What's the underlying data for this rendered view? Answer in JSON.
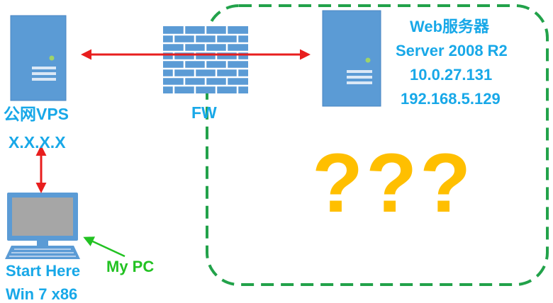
{
  "colors": {
    "server_fill": "#5b9bd5",
    "server_edge": "#4a86c2",
    "text_blue": "#18a8e8",
    "arrow_red": "#e81e1e",
    "dash_green": "#22a24a",
    "mypc_green": "#22c222",
    "question_yellow": "#ffbf00",
    "firewall_fill": "#5b9bd5",
    "firewall_line": "#ffffff"
  },
  "icons": {
    "vps": "server-tower-icon",
    "web": "server-tower-icon",
    "firewall": "brick-wall-icon",
    "pc": "desktop-computer-icon"
  },
  "nodes": {
    "vps": {
      "line1": "公网VPS",
      "line2": "X.X.X.X"
    },
    "firewall": {
      "label": "FW"
    },
    "web_server": {
      "line1": "Web服务器",
      "line2": "Server 2008 R2",
      "line3": "10.0.27.131",
      "line4": "192.168.5.129"
    },
    "pc": {
      "line1": "Start Here",
      "line2": "Win 7 x86",
      "pointer_label": "My PC"
    }
  },
  "unknown_zone": {
    "marker": "???"
  }
}
